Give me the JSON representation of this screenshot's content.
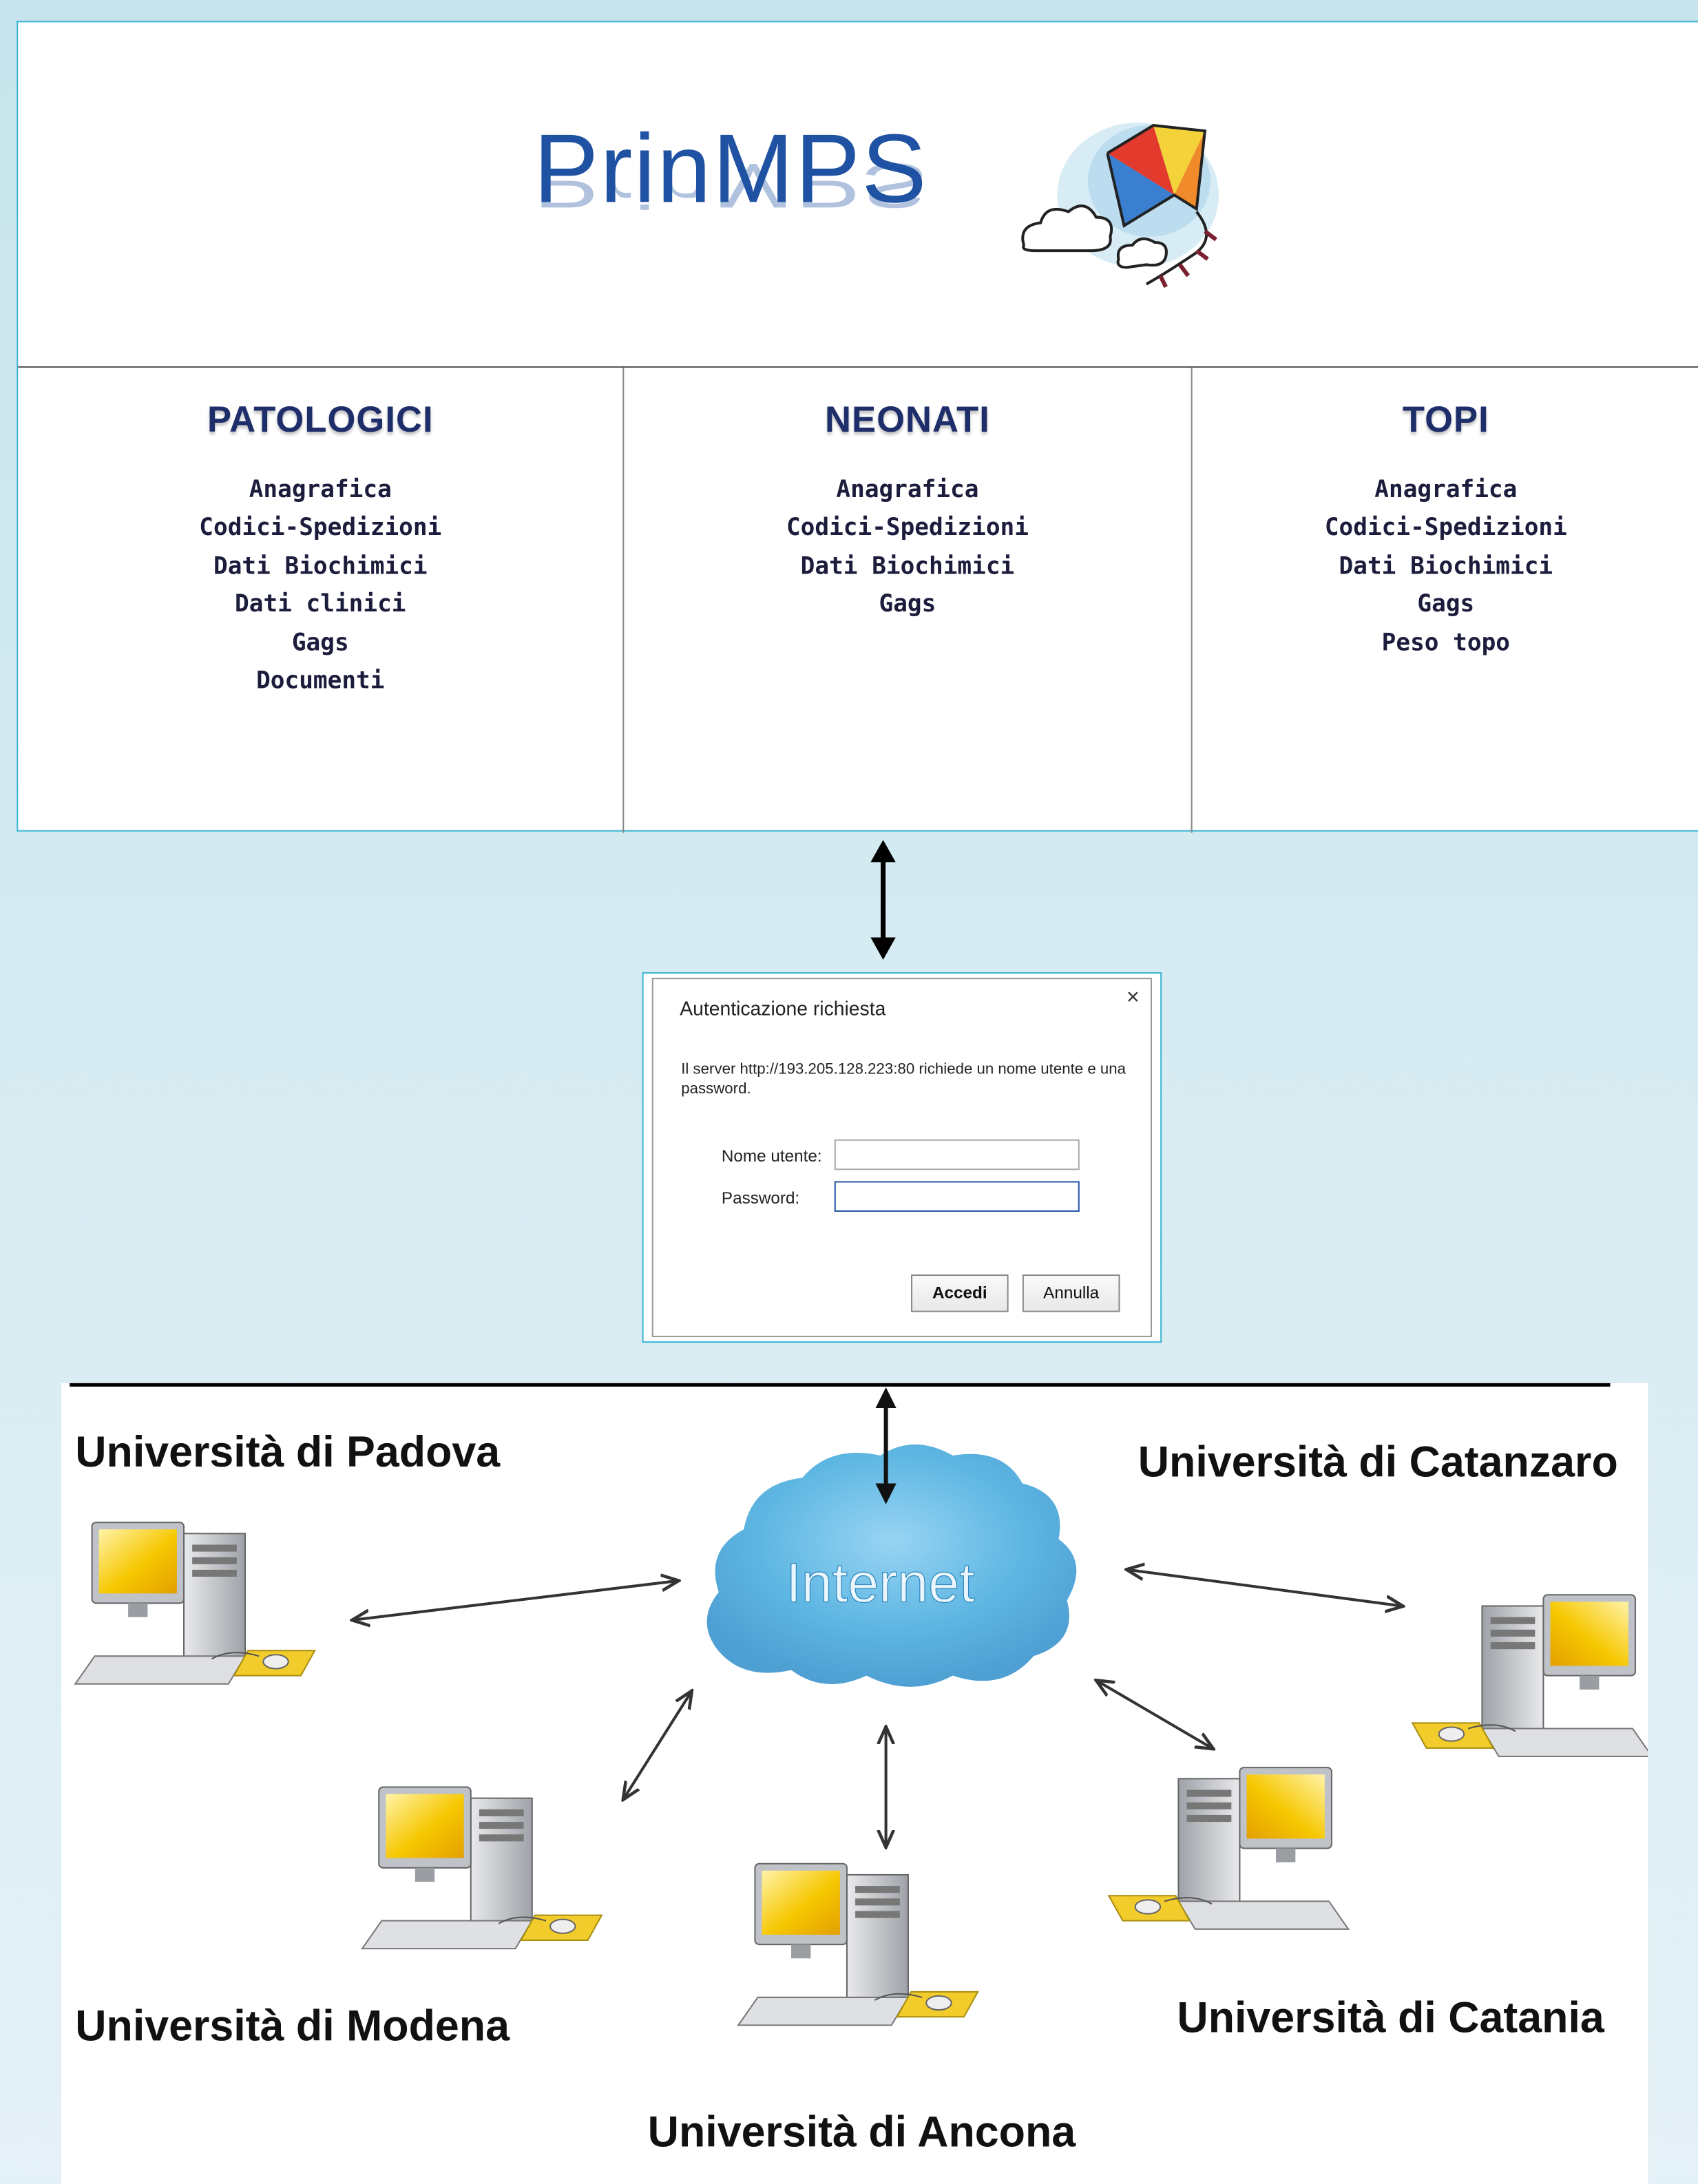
{
  "header": {
    "logo_text": "PrinMPS",
    "logo_image": "kite-with-clouds"
  },
  "columns": [
    {
      "title": "PATOLOGICI",
      "items": [
        "Anagrafica",
        "Codici-Spedizioni",
        "Dati Biochimici",
        "Dati clinici",
        "Gags",
        "Documenti"
      ]
    },
    {
      "title": "NEONATI",
      "items": [
        "Anagrafica",
        "Codici-Spedizioni",
        "Dati Biochimici",
        "Gags"
      ]
    },
    {
      "title": "TOPI",
      "items": [
        "Anagrafica",
        "Codici-Spedizioni",
        "Dati Biochimici",
        "Gags",
        "Peso topo"
      ]
    }
  ],
  "dialog": {
    "title": "Autenticazione richiesta",
    "close_icon": "×",
    "message": "Il server http://193.205.128.223:80 richiede un nome utente e una password.",
    "username_label": "Nome utente:",
    "username_value": "",
    "password_label": "Password:",
    "password_value": "",
    "ok_label": "Accedi",
    "cancel_label": "Annulla"
  },
  "network": {
    "center_label": "Internet",
    "universities": [
      "Università di Padova",
      "Università di Catanzaro",
      "Università di Modena",
      "Università di Catania",
      "Università di Ancona"
    ]
  },
  "colors": {
    "page_bg": "#cfe7ef",
    "panel_border": "#39b4d2",
    "logo_blue": "#1f52a3",
    "column_title": "#1e2e6a",
    "cloud_blue": "#4fb0e0",
    "monitor_yellow": "#f6c700"
  }
}
